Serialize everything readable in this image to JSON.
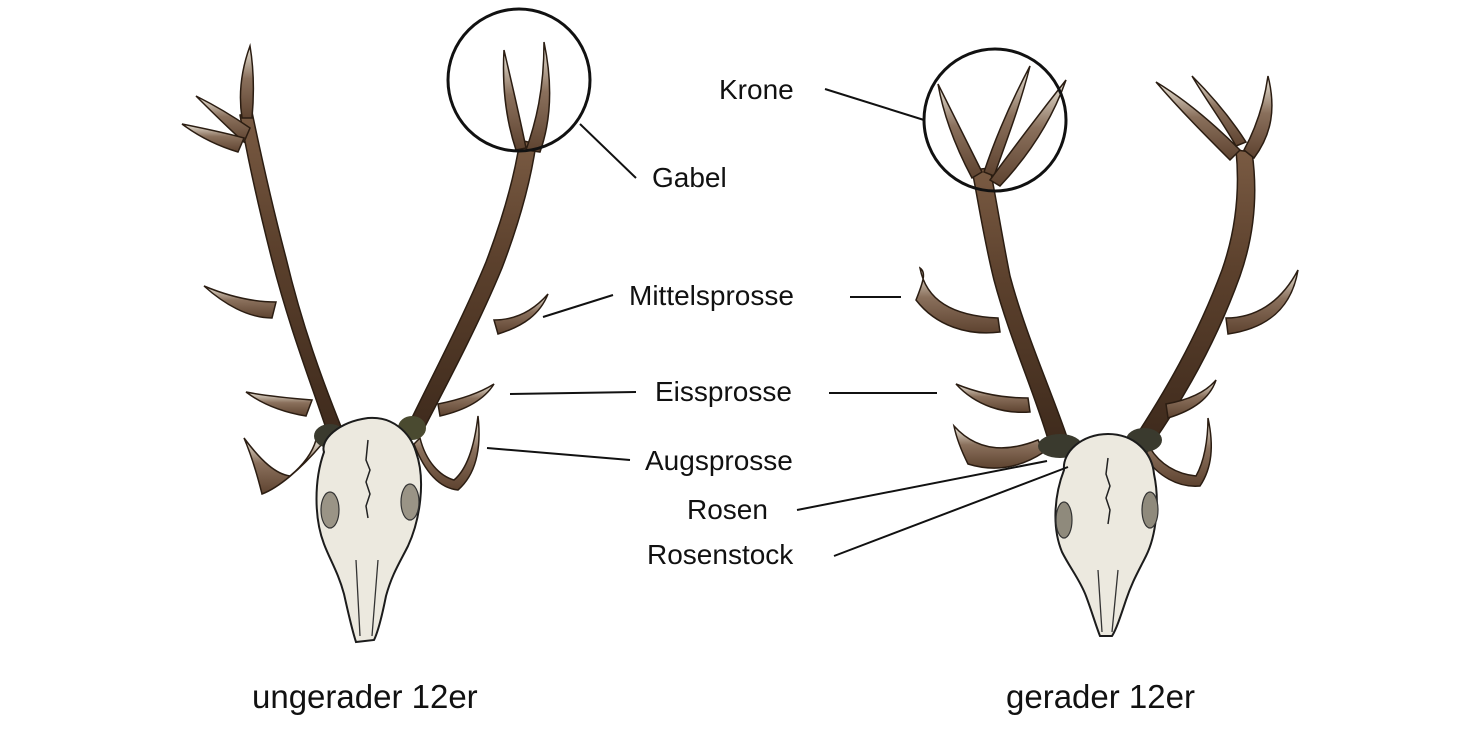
{
  "labels": {
    "gabel": "Gabel",
    "krone": "Krone",
    "mittelsprosse": "Mittelsprosse",
    "eissprosse": "Eissprosse",
    "augsprosse": "Augsprosse",
    "rosen": "Rosen",
    "rosenstock": "Rosenstock"
  },
  "captions": {
    "left": "ungerader 12er",
    "right": "gerader 12er"
  },
  "colors": {
    "antler_dark": "#4a3222",
    "antler_mid": "#6b4a32",
    "tine_tip": "#e6e2d6",
    "skull": "#ece9df",
    "skull_shadow": "#cfcabd",
    "rosen": "#3a3a2e",
    "line": "#111111"
  }
}
